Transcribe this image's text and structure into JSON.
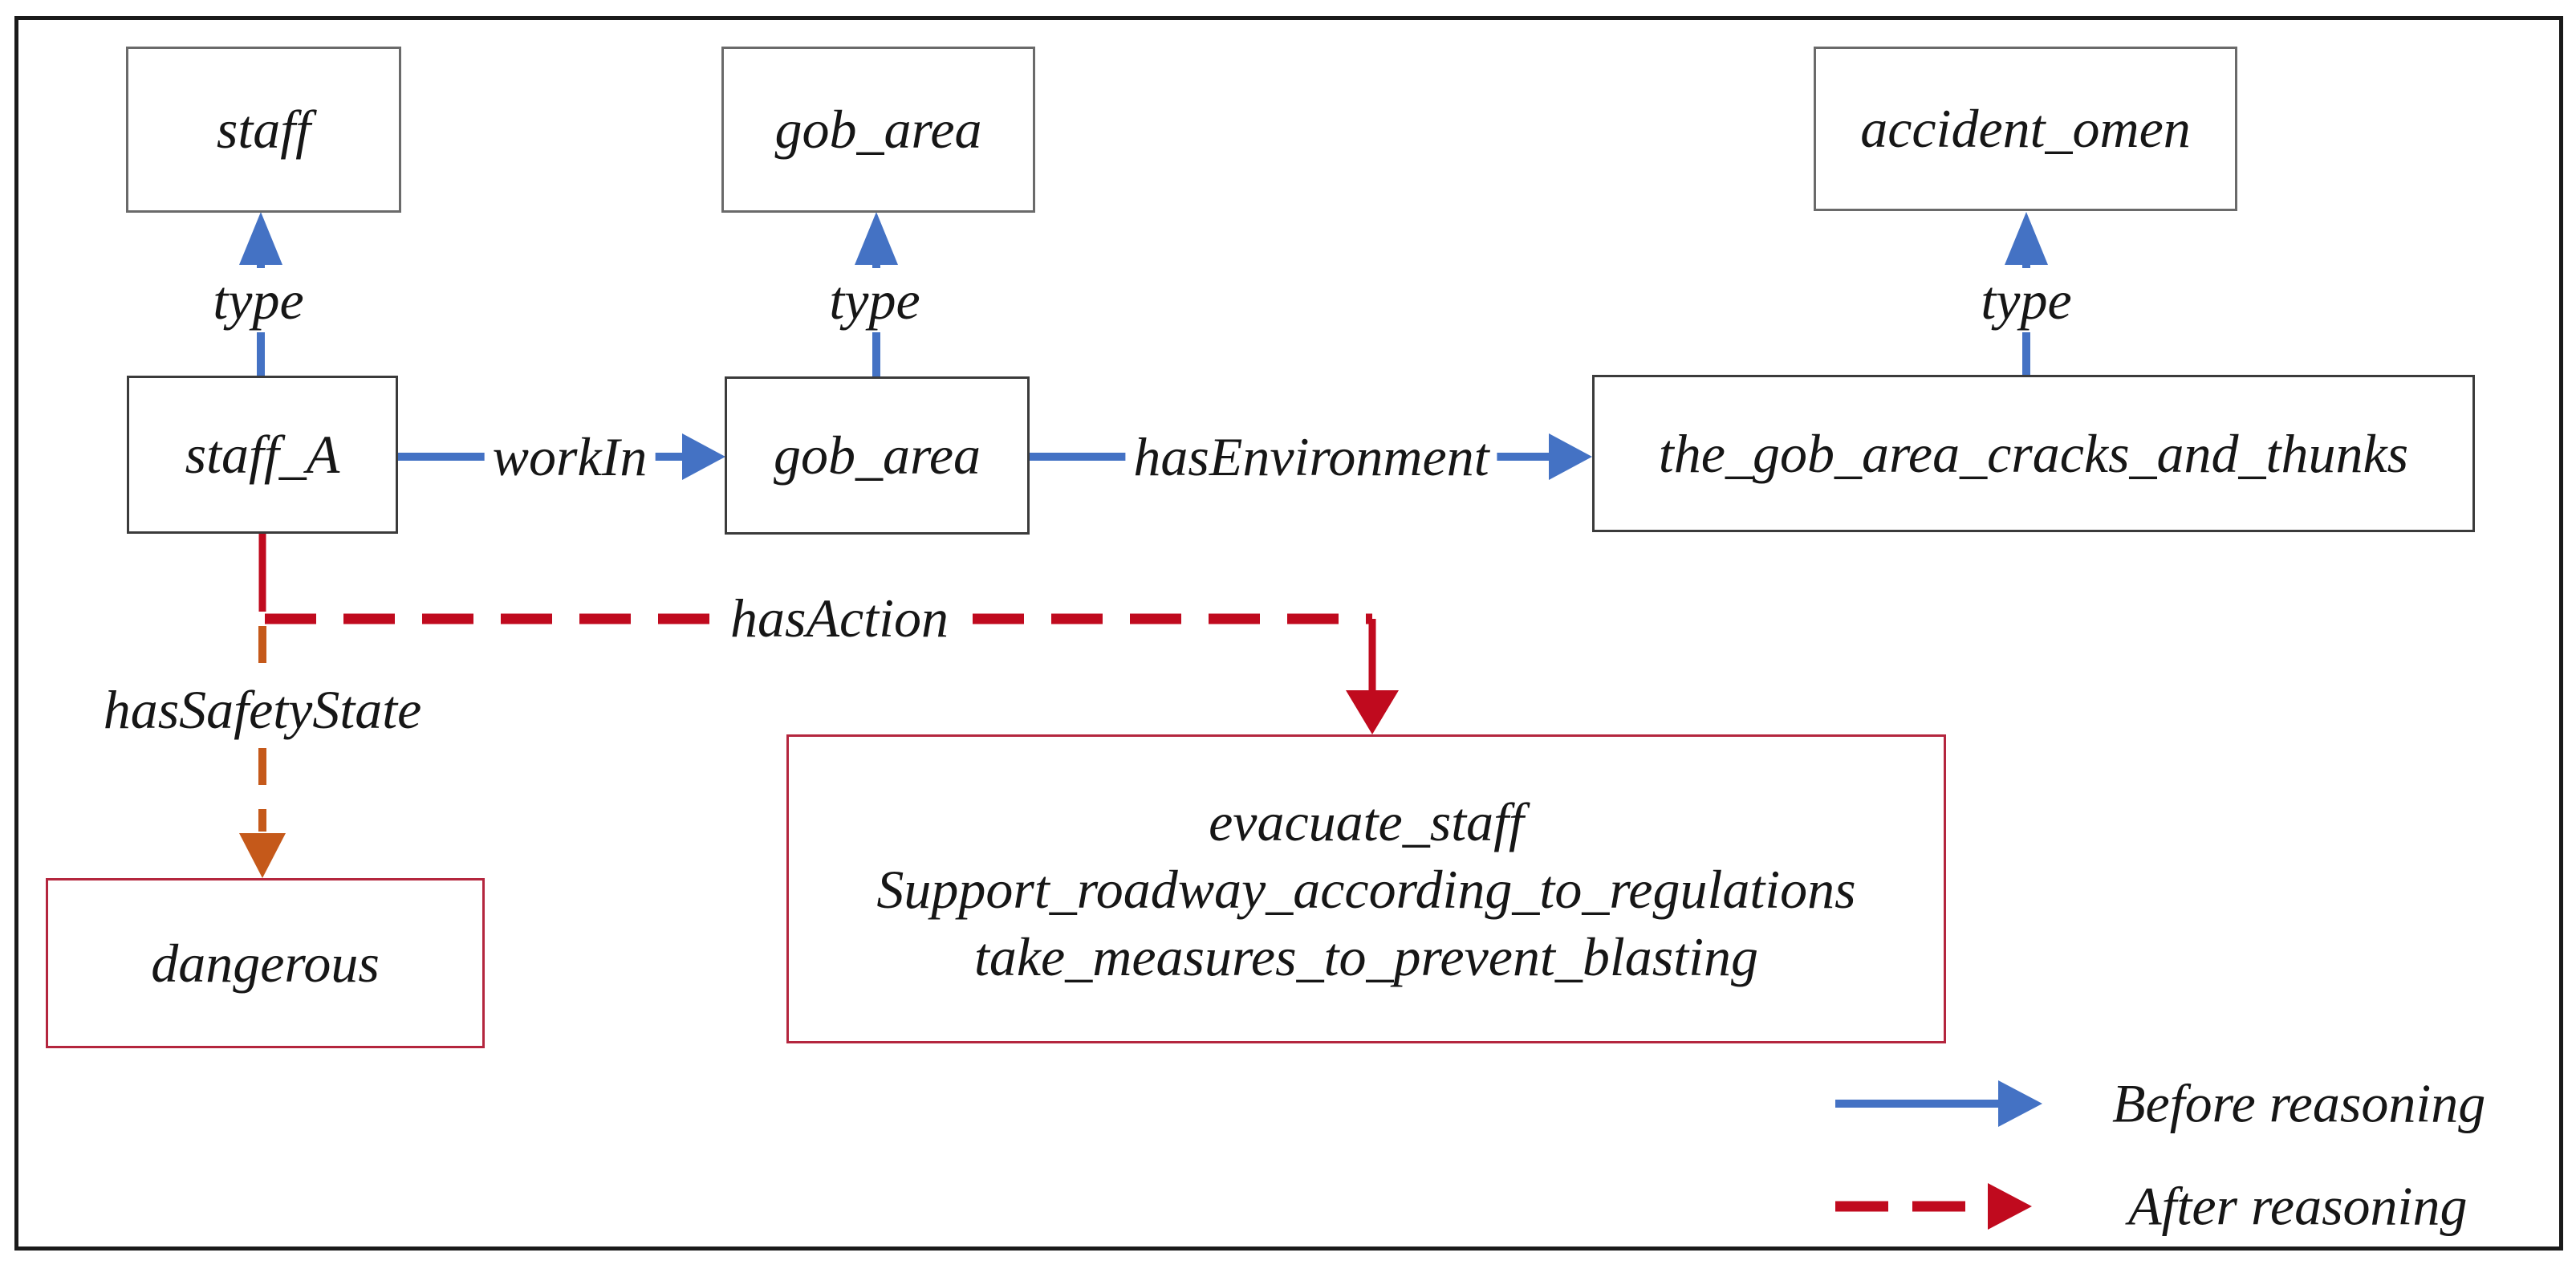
{
  "title": "ontology reasoning diagram",
  "colors": {
    "before_reasoning_blue": "#4472c4",
    "after_reasoning_red": "#c00a1e",
    "safety_state_orange": "#c5591a",
    "class_box_border_gray": "#6a6a6a",
    "instance_box_border_dark": "#3b3b3b",
    "result_box_border_red": "#b4263e",
    "outer_frame_black": "#1a1a1a"
  },
  "nodes": {
    "staff_class": {
      "label": "staff"
    },
    "gob_area_class": {
      "label": "gob_area"
    },
    "accident_omen_class": {
      "label": "accident_omen"
    },
    "staff_a": {
      "label": "staff_A"
    },
    "gob_area_instance": {
      "label": "gob_area"
    },
    "environment": {
      "label": "the_gob_area_cracks_and_thunks"
    },
    "dangerous": {
      "label": "dangerous"
    },
    "actions": {
      "lines": [
        "evacuate_staff",
        "Support_roadway_according_to_regulations",
        "take_measures_to_prevent_blasting"
      ]
    }
  },
  "edges": {
    "type_staff": {
      "label": "type"
    },
    "type_gob_area": {
      "label": "type"
    },
    "type_omen": {
      "label": "type"
    },
    "work_in": {
      "label": "workIn"
    },
    "has_environment": {
      "label": "hasEnvironment"
    },
    "has_action": {
      "label": "hasAction"
    },
    "has_safety_state": {
      "label": "hasSafetyState"
    }
  },
  "legend": {
    "before": {
      "label": "Before reasoning"
    },
    "after": {
      "label": "After reasoning"
    }
  }
}
